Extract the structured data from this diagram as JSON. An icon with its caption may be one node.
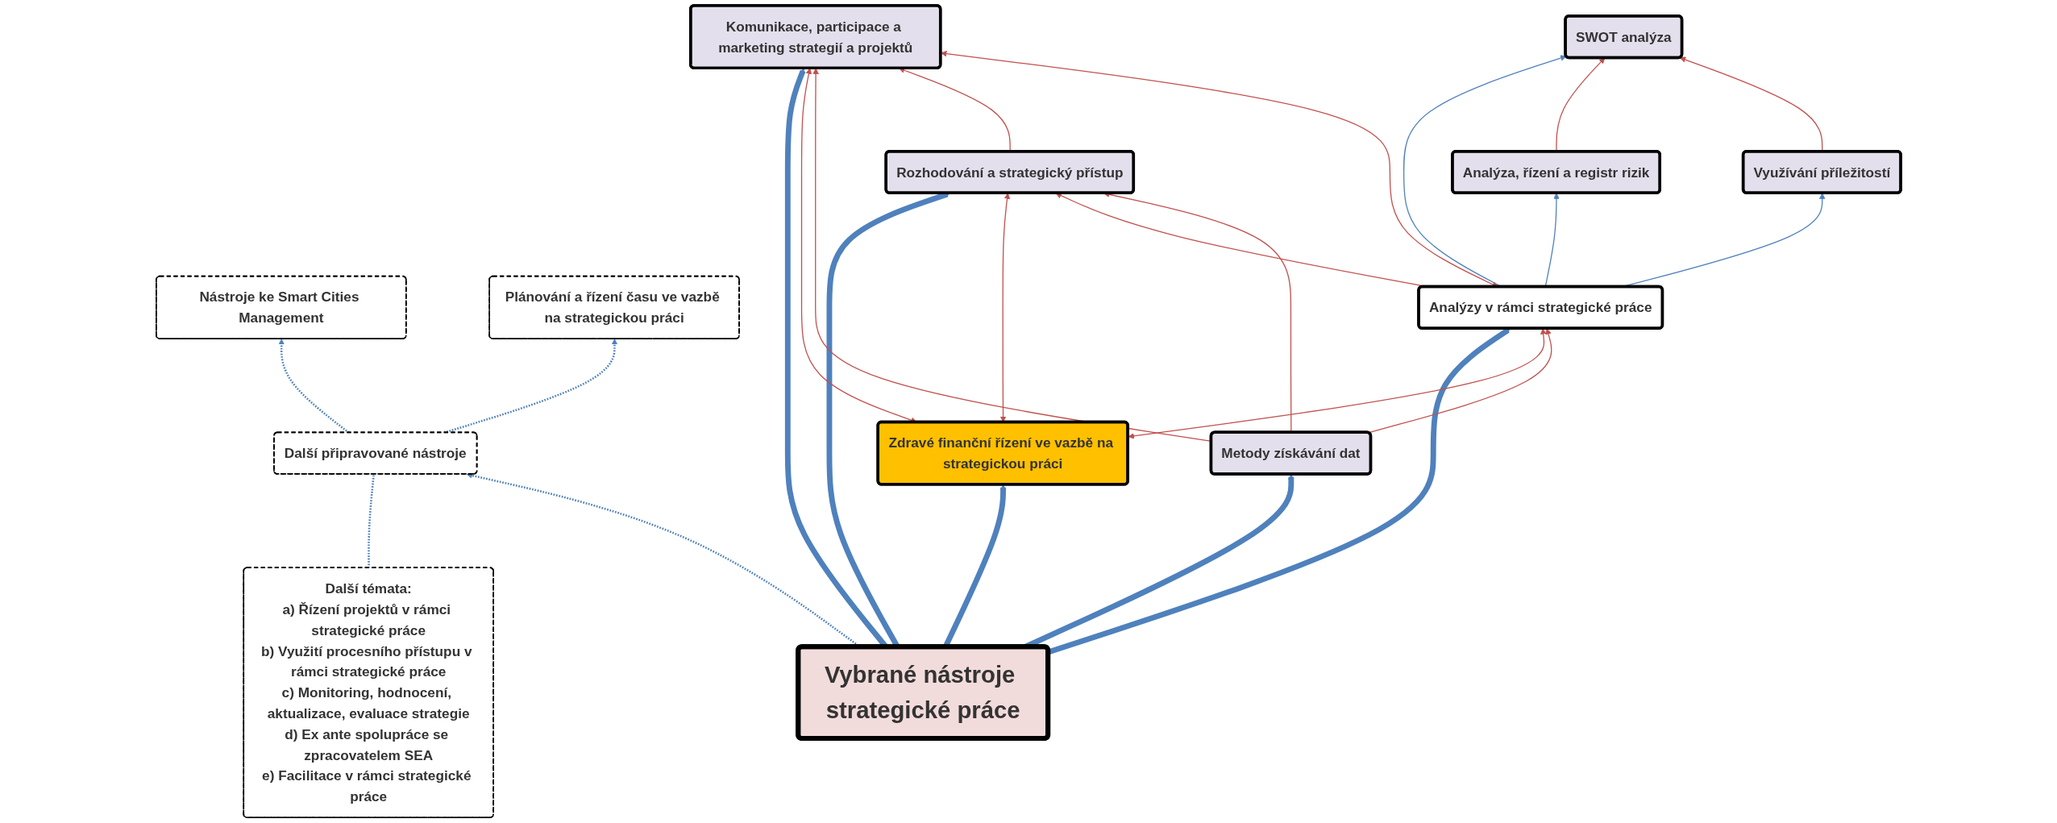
{
  "diagram": {
    "nodes": [
      {
        "text": [
          "Nástroje ke Smart Cities Management"
        ]
      },
      {
        "text": [
          "Plánování a řízení času ve vazbě na strategickou práci"
        ]
      },
      {
        "text": [
          "Další připravované nástroje"
        ]
      },
      {
        "text": [
          "Další témata:",
          "a) Řízení projektů v rámci strategické práce",
          "b) Využití procesního přístupu v rámci strategické práce",
          "c) Monitoring, hodnocení, aktualizace, evaluace strategie",
          "d) Ex ante spolupráce se zpracovatelem SEA",
          "e) Facilitace v rámci strategické práce"
        ]
      },
      {
        "text": [
          "Zdravé finanční řízení ve vazbě na strategickou práci"
        ]
      },
      {
        "text": [
          "SWOT analýza"
        ]
      },
      {
        "text": [
          "Analýza, řízení a registr rizik"
        ]
      },
      {
        "text": [
          "Využívání příležitostí"
        ]
      },
      {
        "text": [
          "Analýzy v rámci strategické práce"
        ]
      },
      {
        "text": [
          "Metody získávání dat"
        ]
      },
      {
        "text": [
          "Vybrané nástroje strategické práce"
        ]
      },
      {
        "text": [
          "Komunikace, participace a marketing strategií a projektů"
        ]
      },
      {
        "text": [
          "Rozhodování a strategický přístup"
        ]
      }
    ],
    "edges": [
      {
        "from": 2,
        "to": 0,
        "arrow": "to",
        "style": "dashed"
      },
      {
        "from": 2,
        "to": 1,
        "arrow": "to",
        "style": "dashed"
      },
      {
        "from": 3,
        "to": 2,
        "arrow": "none",
        "style": "dashed"
      },
      {
        "from": 10,
        "to": 2,
        "arrow": "to",
        "style": "dashed"
      },
      {
        "from": 10,
        "to": 4,
        "arrow": "to",
        "style": "thick"
      },
      {
        "from": 10,
        "to": 8,
        "arrow": "to",
        "style": "thick"
      },
      {
        "from": 10,
        "to": 9,
        "arrow": "to",
        "style": "thick"
      },
      {
        "from": 10,
        "to": 11,
        "arrow": "to",
        "style": "thick"
      },
      {
        "from": 10,
        "to": 12,
        "arrow": "to",
        "style": "thick"
      },
      {
        "from": 8,
        "to": 5,
        "arrow": "to"
      },
      {
        "from": 8,
        "to": 6,
        "arrow": "to"
      },
      {
        "from": 8,
        "to": 7,
        "arrow": "to"
      },
      {
        "from": 6,
        "to": 5,
        "arrow": "to",
        "color": "#c0504d"
      },
      {
        "from": 7,
        "to": 5,
        "arrow": "to",
        "color": "#c0504d"
      },
      {
        "from": 4,
        "to": 8,
        "arrow": "both",
        "color": "#c0504d"
      },
      {
        "from": 4,
        "to": 12,
        "arrow": "both",
        "color": "#c0504d"
      },
      {
        "from": 4,
        "to": 11,
        "arrow": "both",
        "color": "#c0504d"
      },
      {
        "from": 9,
        "to": 8,
        "arrow": "to",
        "color": "#c0504d"
      },
      {
        "from": 8,
        "to": 12,
        "arrow": "to",
        "color": "#c0504d"
      },
      {
        "from": 11,
        "to": 8,
        "arrow": "both",
        "color": "#c0504d"
      },
      {
        "from": 9,
        "to": 11,
        "arrow": "to",
        "color": "#c0504d"
      },
      {
        "from": 9,
        "to": 12,
        "arrow": "to",
        "color": "#c0504d"
      },
      {
        "from": 12,
        "to": 11,
        "arrow": "to",
        "color": "#c0504d"
      }
    ]
  }
}
